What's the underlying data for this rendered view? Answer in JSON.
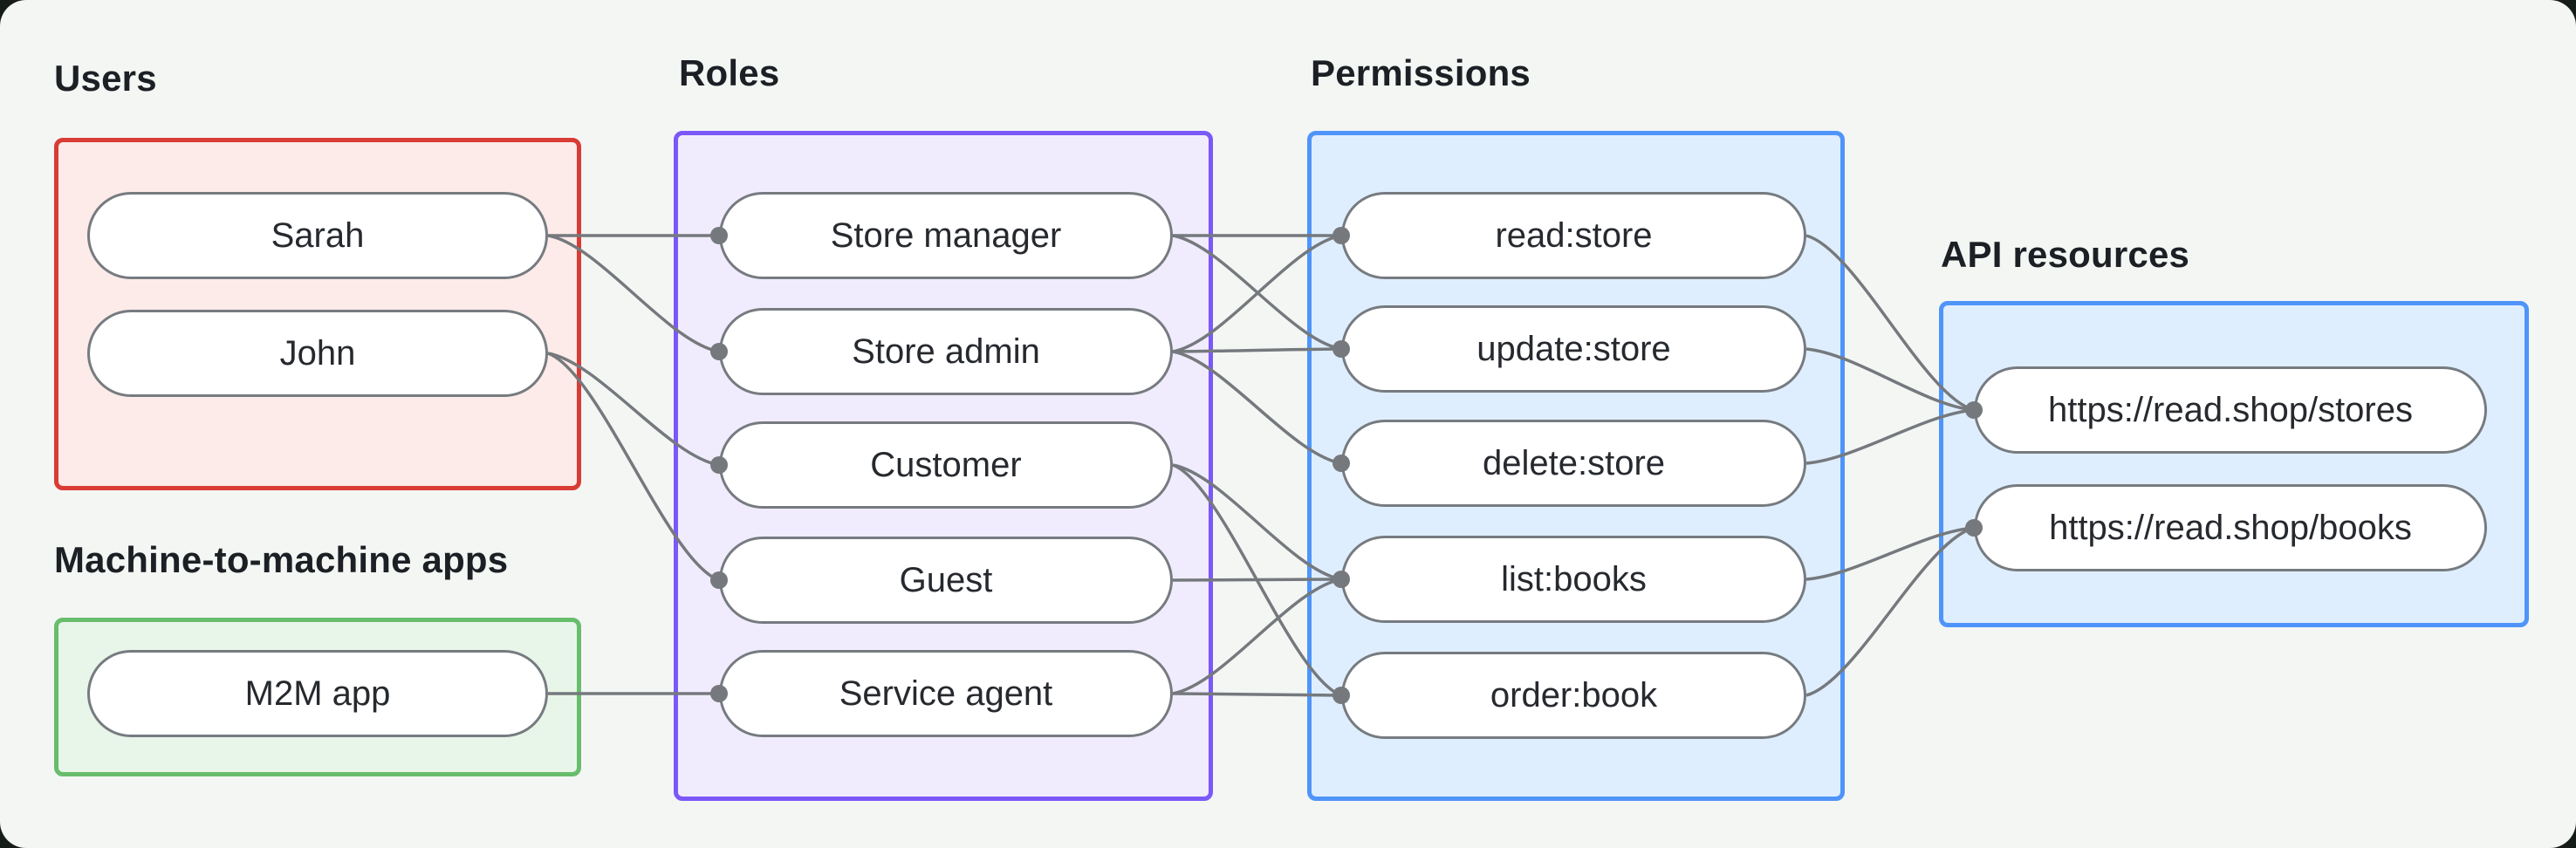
{
  "headings": {
    "users": "Users",
    "m2m": "Machine-to-machine apps",
    "roles": "Roles",
    "permissions": "Permissions",
    "api": "API resources"
  },
  "groups": {
    "users": {
      "title": "Users",
      "items": [
        {
          "id": "sarah",
          "label": "Sarah"
        },
        {
          "id": "john",
          "label": "John"
        }
      ]
    },
    "m2m": {
      "title": "Machine-to-machine apps",
      "items": [
        {
          "id": "m2m-app",
          "label": "M2M app"
        }
      ]
    },
    "roles": {
      "title": "Roles",
      "items": [
        {
          "id": "store-manager",
          "label": "Store manager"
        },
        {
          "id": "store-admin",
          "label": "Store admin"
        },
        {
          "id": "customer",
          "label": "Customer"
        },
        {
          "id": "guest",
          "label": "Guest"
        },
        {
          "id": "service-agent",
          "label": "Service agent"
        }
      ]
    },
    "permissions": {
      "title": "Permissions",
      "items": [
        {
          "id": "read-store",
          "label": "read:store"
        },
        {
          "id": "update-store",
          "label": "update:store"
        },
        {
          "id": "delete-store",
          "label": "delete:store"
        },
        {
          "id": "list-books",
          "label": "list:books"
        },
        {
          "id": "order-book",
          "label": "order:book"
        }
      ]
    },
    "api": {
      "title": "API resources",
      "items": [
        {
          "id": "stores",
          "label": "https://read.shop/stores"
        },
        {
          "id": "books",
          "label": "https://read.shop/books"
        }
      ]
    }
  },
  "edges": [
    {
      "from": "sarah",
      "to": "store-manager"
    },
    {
      "from": "sarah",
      "to": "store-admin"
    },
    {
      "from": "john",
      "to": "customer"
    },
    {
      "from": "john",
      "to": "guest"
    },
    {
      "from": "m2m-app",
      "to": "service-agent"
    },
    {
      "from": "store-manager",
      "to": "read-store"
    },
    {
      "from": "store-manager",
      "to": "update-store"
    },
    {
      "from": "store-admin",
      "to": "read-store"
    },
    {
      "from": "store-admin",
      "to": "update-store"
    },
    {
      "from": "store-admin",
      "to": "delete-store"
    },
    {
      "from": "customer",
      "to": "list-books"
    },
    {
      "from": "customer",
      "to": "order-book"
    },
    {
      "from": "guest",
      "to": "list-books"
    },
    {
      "from": "service-agent",
      "to": "list-books"
    },
    {
      "from": "service-agent",
      "to": "order-book"
    },
    {
      "from": "read-store",
      "to": "stores"
    },
    {
      "from": "update-store",
      "to": "stores"
    },
    {
      "from": "delete-store",
      "to": "stores"
    },
    {
      "from": "list-books",
      "to": "books"
    },
    {
      "from": "order-book",
      "to": "books"
    }
  ],
  "colors": {
    "users_border": "#d93b35",
    "users_fill": "#fcebe8",
    "m2m_border": "#67bd6b",
    "m2m_fill": "#e8f5e9",
    "roles_border": "#7b58f8",
    "roles_fill": "#f1ecfd",
    "permissions_border": "#4f94fa",
    "permissions_fill": "#dfeefe",
    "api_border": "#4f94fa",
    "api_fill": "#dfeefe",
    "pill_border": "#767b80",
    "connector": "#75797d",
    "dot": "#75797d"
  }
}
